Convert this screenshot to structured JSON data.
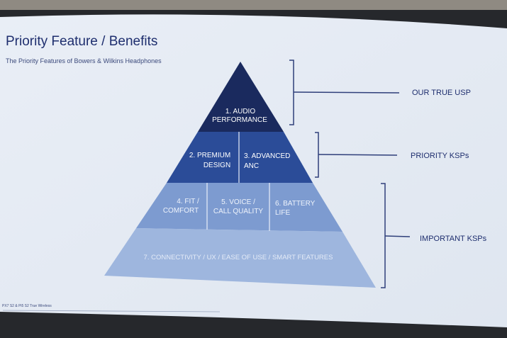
{
  "slide": {
    "title": "Priority Feature / Benefits",
    "subtitle": "The Priority Features of Bowers & Wilkins Headphones",
    "footer": "PX7 S2 & Pi5 S2 True Wireless"
  },
  "pyramid": {
    "tiers": [
      {
        "cells": [
          {
            "lines": [
              "1. AUDIO",
              "PERFORMANCE"
            ]
          }
        ]
      },
      {
        "cells": [
          {
            "lines": [
              "2. PREMIUM",
              "DESIGN"
            ]
          },
          {
            "lines": [
              "3. ADVANCED",
              "ANC"
            ]
          }
        ]
      },
      {
        "cells": [
          {
            "lines": [
              "4. FIT /",
              "COMFORT"
            ]
          },
          {
            "lines": [
              "5. VOICE /",
              "CALL QUALITY"
            ]
          },
          {
            "lines": [
              "6. BATTERY",
              "LIFE"
            ]
          }
        ]
      },
      {
        "cells": [
          {
            "lines": [
              "7. CONNECTIVITY / UX / EASE OF USE / SMART FEATURES"
            ]
          }
        ]
      }
    ]
  },
  "brackets": [
    {
      "label": "OUR TRUE USP"
    },
    {
      "label": "PRIORITY KSPs"
    },
    {
      "label": "IMPORTANT KSPs"
    }
  ],
  "colors": {
    "slide_bg": "#e6ecf5",
    "tier1": "#1a2a5e",
    "tier2": "#2b4c98",
    "tier3": "#7d9bd0",
    "tier4": "#9eb6de",
    "bracket": "#2f3f7a",
    "title_text": "#1e2e6e"
  }
}
